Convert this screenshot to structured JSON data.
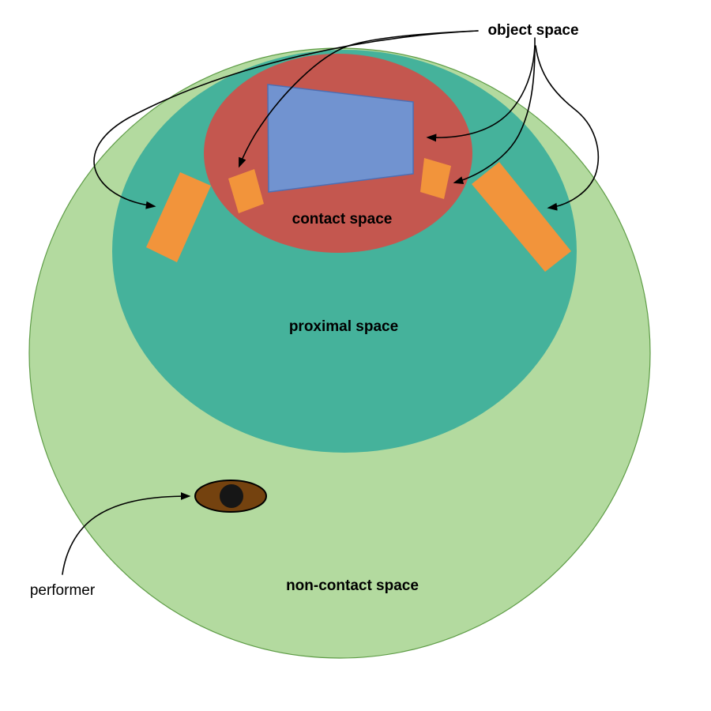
{
  "labels": {
    "object_space": "object space",
    "contact_space": "contact space",
    "proximal_space": "proximal space",
    "non_contact_space": "non-contact space",
    "performer": "performer"
  },
  "colors": {
    "background": "#ffffff",
    "non_contact_fill": "#b3da9f",
    "non_contact_stroke": "#5e9c46",
    "proximal_fill": "#45b29b",
    "contact_fill": "#c4574f",
    "screen_fill": "#7193d0",
    "screen_stroke": "#4c6fb5",
    "device_fill": "#f2943b",
    "eye_fill": "#74420f",
    "eye_stroke": "#000000",
    "pupil_fill": "#161616",
    "arrow": "#000000",
    "text": "#000000"
  }
}
